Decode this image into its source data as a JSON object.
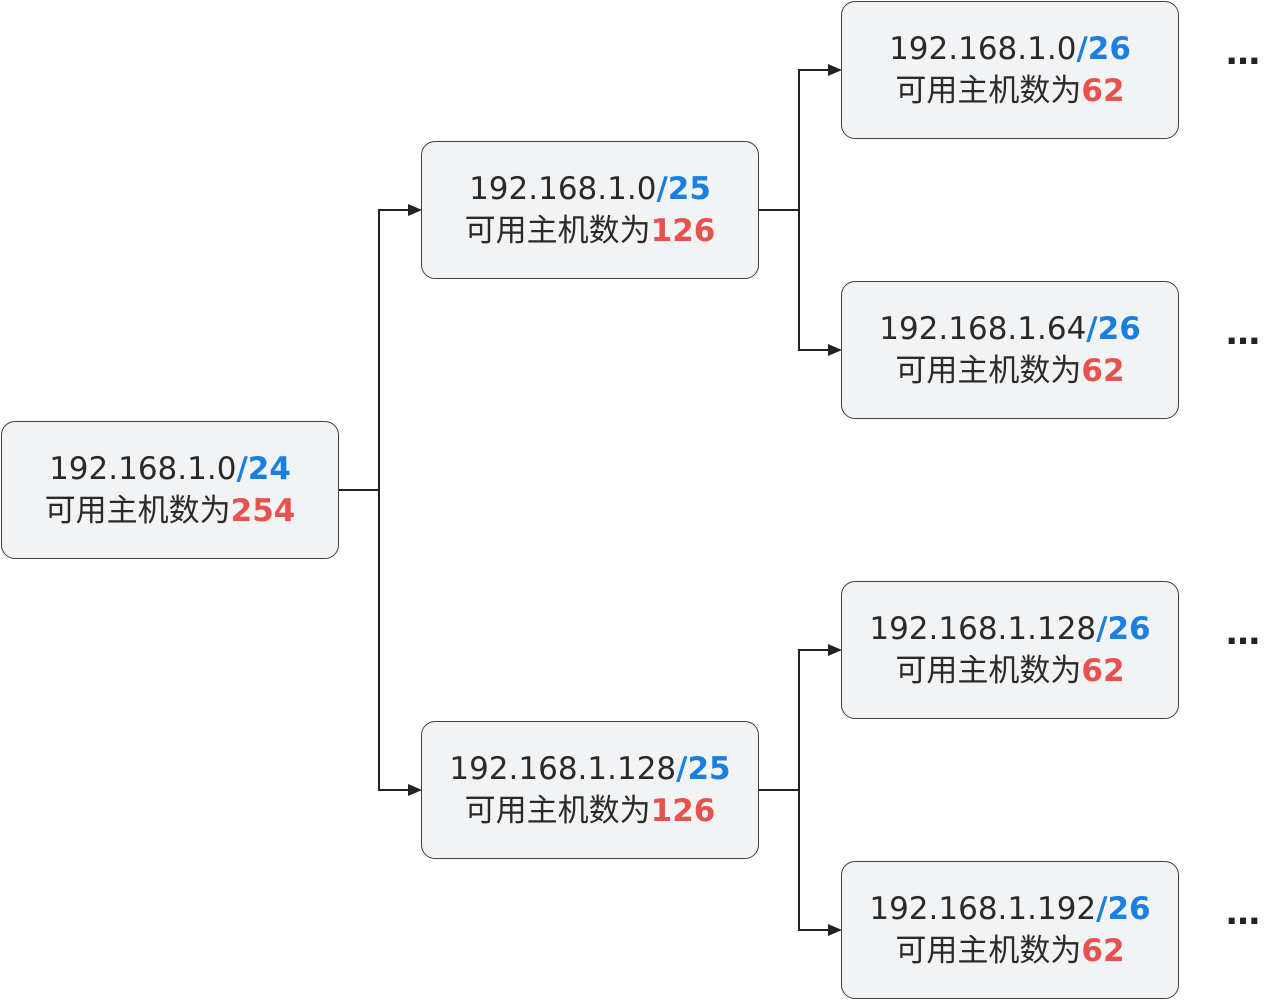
{
  "colors": {
    "prefix": "#1a7fe0",
    "count": "#e8514d",
    "line": "#222222"
  },
  "count_prefix_text": "可用主机数为",
  "nodes": [
    {
      "id": "n24",
      "network": "192.168.1.0",
      "prefix": "/24",
      "count": "254"
    },
    {
      "id": "n25a",
      "network": "192.168.1.0",
      "prefix": "/25",
      "count": "126"
    },
    {
      "id": "n25b",
      "network": "192.168.1.128",
      "prefix": "/25",
      "count": "126"
    },
    {
      "id": "n26a",
      "network": "192.168.1.0",
      "prefix": "/26",
      "count": "62"
    },
    {
      "id": "n26b",
      "network": "192.168.1.64",
      "prefix": "/26",
      "count": "62"
    },
    {
      "id": "n26c",
      "network": "192.168.1.128",
      "prefix": "/26",
      "count": "62"
    },
    {
      "id": "n26d",
      "network": "192.168.1.192",
      "prefix": "/26",
      "count": "62"
    }
  ],
  "edges": [
    {
      "from": "n24",
      "to": "n25a"
    },
    {
      "from": "n24",
      "to": "n25b"
    },
    {
      "from": "n25a",
      "to": "n26a"
    },
    {
      "from": "n25a",
      "to": "n26b"
    },
    {
      "from": "n25b",
      "to": "n26c"
    },
    {
      "from": "n25b",
      "to": "n26d"
    }
  ],
  "continuation": "…"
}
